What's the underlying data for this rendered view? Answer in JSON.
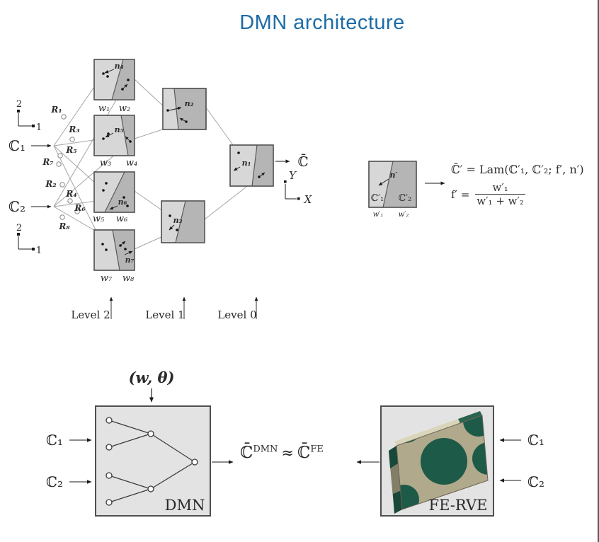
{
  "title": {
    "text": "DMN architecture"
  },
  "colors": {
    "title_blue": "#1d6ca7",
    "phase_light_gray": "#d7d7d7",
    "phase_dark_gray": "#b5b5b5",
    "panel_gray": "#e3e3e3",
    "box_border": "#4f4f4f",
    "plate_tan": "#b1a98c",
    "plate_green": "#1d5a47"
  },
  "network": {
    "axis_top": {
      "up": "2",
      "right": "1"
    },
    "axis_bottom": {
      "up": "2",
      "right": "1"
    },
    "input1": "ℂ₁",
    "input2": "ℂ₂",
    "rotations": [
      "R₁",
      "R₃",
      "R₅",
      "R₇",
      "R₂",
      "R₄",
      "R₆",
      "R₈"
    ],
    "level2": [
      {
        "n": "n₄",
        "w_left": "w₁",
        "w_right": "w₂"
      },
      {
        "n": "n₅",
        "w_left": "w₃",
        "w_right": "w₄"
      },
      {
        "n": "n₆",
        "w_left": "w₅",
        "w_right": "w₆"
      },
      {
        "n": "n₇",
        "w_left": "w₇",
        "w_right": "w₈"
      }
    ],
    "level1": [
      {
        "n": "n₂"
      },
      {
        "n": "n₃"
      }
    ],
    "level0": {
      "n": "n₁"
    },
    "output": "ℂ̄",
    "out_axis": {
      "y": "Y",
      "x": "X"
    },
    "levels": [
      "Level 2",
      "Level 1",
      "Level 0"
    ]
  },
  "legend": {
    "n": "n′",
    "c1": "ℂ′₁",
    "c2": "ℂ′₂",
    "w1": "w′₁",
    "w2": "w′₂",
    "formula1": "ℂ̄′ = Lam(ℂ′₁, ℂ′₂; f′, n′)",
    "f_lhs": "f′ =",
    "f_num": "w′₁",
    "f_den": "w′₁ + w′₂"
  },
  "bottom": {
    "params": "(w, θ)",
    "dmn_label": "DMN",
    "ferve_label": "FE-RVE",
    "in1": "ℂ₁",
    "in2": "ℂ₂",
    "eq_lhs": "ℂ̄",
    "eq_lhs_sup": "DMN",
    "eq_approx": "≈",
    "eq_rhs": "ℂ̄",
    "eq_rhs_sup": "FE"
  }
}
